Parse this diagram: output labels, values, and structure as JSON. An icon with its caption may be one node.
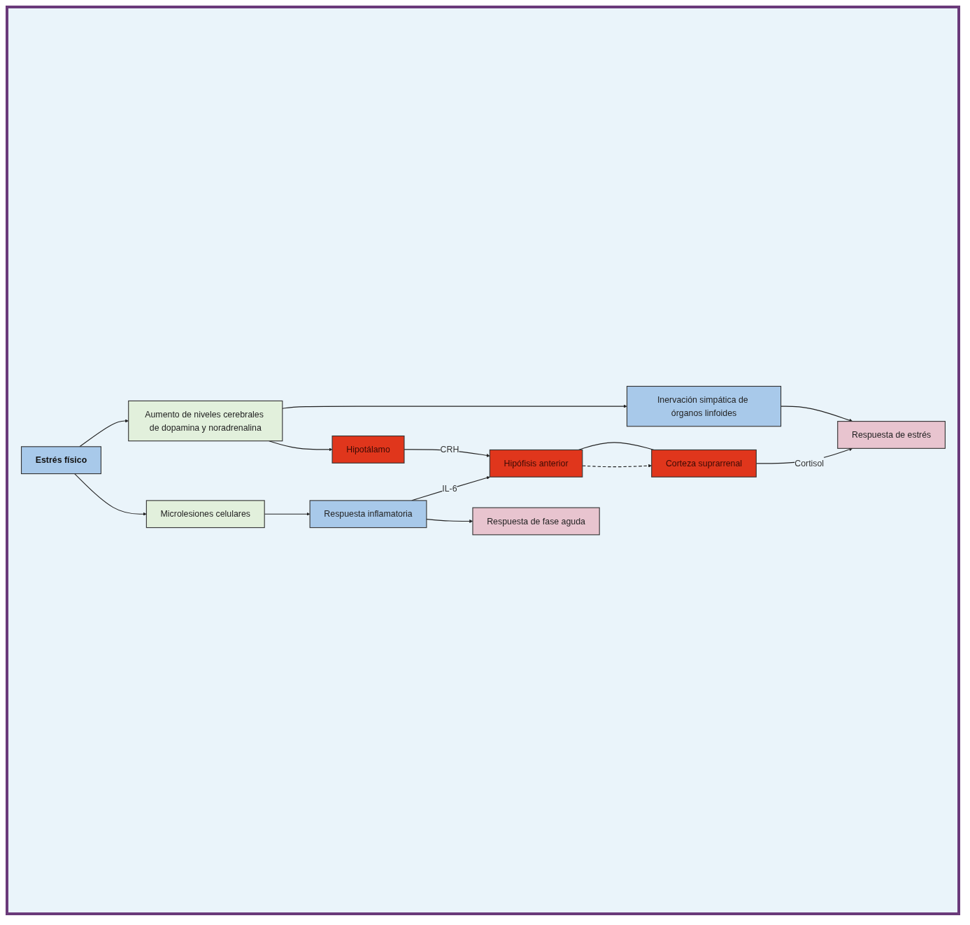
{
  "diagram": {
    "nodes": [
      {
        "text": [
          "Aumento de niveles cerebrales de dopamina y noradrenalina"
        ]
      },
      {
        "text": [
          "Inervación simpática de órganos linfoides"
        ]
      },
      {
        "text": [
          "Hipotálamo"
        ]
      },
      {
        "text": [
          "Estrés físico"
        ]
      },
      {
        "text": [
          "Hipófisis anterior"
        ]
      },
      {
        "text": [
          "Microlesiones celulares"
        ]
      },
      {
        "text": [
          "Respuesta inflamatoria"
        ]
      },
      {
        "text": [
          "Corteza suprarrenal"
        ]
      },
      {
        "text": [
          "Respuesta de fase aguda"
        ]
      },
      {
        "text": [
          "Respuesta de estrés"
        ]
      }
    ],
    "edges": [
      {
        "from": 3,
        "to": 0,
        "arrow": "to"
      },
      {
        "from": 3,
        "to": 5,
        "arrow": "to"
      },
      {
        "from": 0,
        "to": 1,
        "arrow": "to"
      },
      {
        "from": 0,
        "to": 2,
        "arrow": "to"
      },
      {
        "from": 2,
        "to": 4,
        "label": "CRH",
        "arrow": "to"
      },
      {
        "from": 4,
        "to": 7,
        "arrow": "none"
      },
      {
        "from": 4,
        "to": 7,
        "arrow": "to",
        "style": "dashed"
      },
      {
        "from": 5,
        "to": 6,
        "arrow": "to"
      },
      {
        "from": 6,
        "to": 4,
        "label": "IL-6",
        "arrow": "to"
      },
      {
        "from": 6,
        "to": 8,
        "arrow": "to"
      },
      {
        "from": 7,
        "to": 9,
        "label": "Cortisol",
        "arrow": "to"
      },
      {
        "from": 1,
        "to": 9,
        "arrow": "to"
      }
    ]
  }
}
